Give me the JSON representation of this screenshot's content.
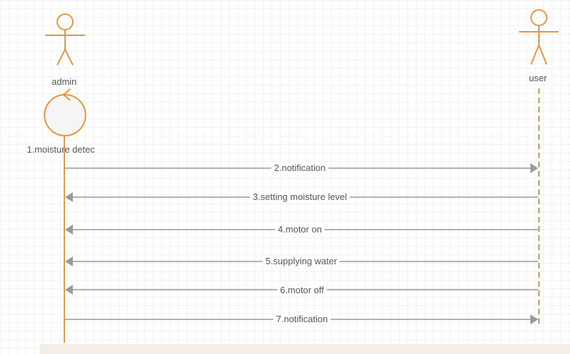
{
  "colors": {
    "accent": "#e8963e",
    "arrow": "#999999",
    "text": "#555555"
  },
  "actors": {
    "admin": "admin",
    "user": "user"
  },
  "control": {
    "label": "1.moisture detec"
  },
  "messages": [
    {
      "label": "2.notification",
      "direction": "admin-to-user"
    },
    {
      "label": "3.setting moisture level",
      "direction": "user-to-admin"
    },
    {
      "label": "4.motor on",
      "direction": "user-to-admin"
    },
    {
      "label": "5.supplying water",
      "direction": "user-to-admin"
    },
    {
      "label": "6.motor off",
      "direction": "user-to-admin"
    },
    {
      "label": "7.notification",
      "direction": "admin-to-user"
    }
  ]
}
